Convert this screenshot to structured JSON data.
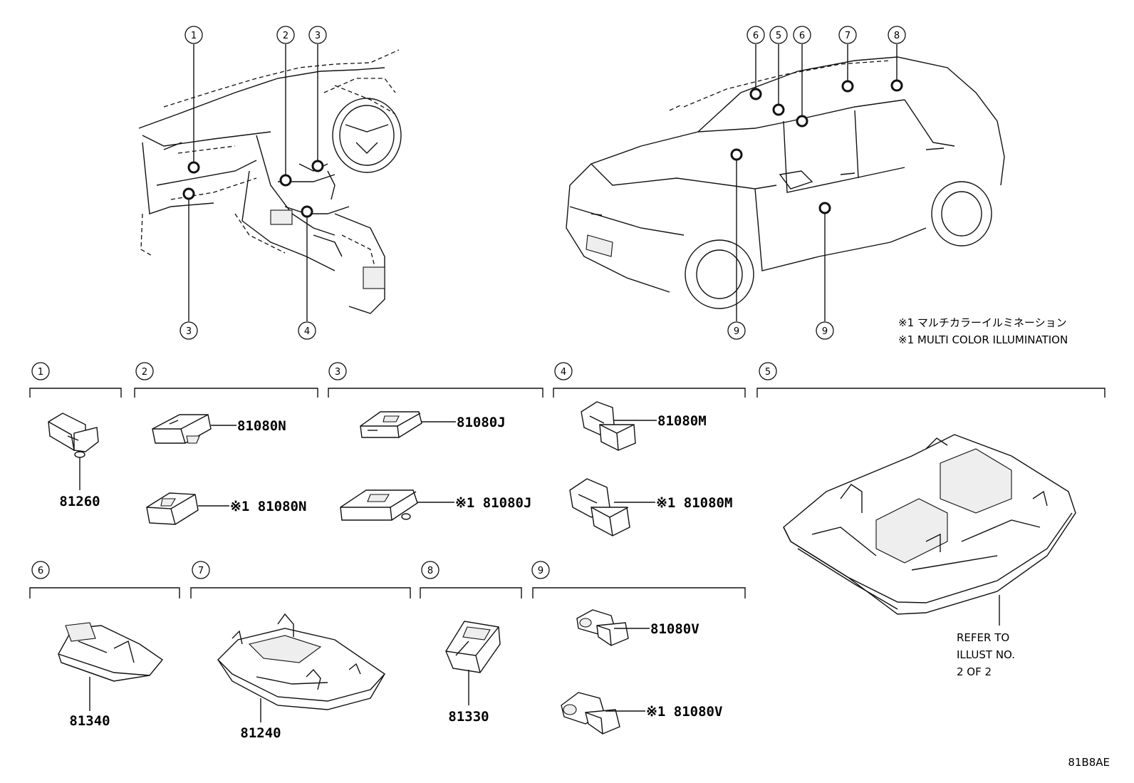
{
  "callouts": {
    "interior": [
      "1",
      "2",
      "3",
      "3",
      "4"
    ],
    "exterior": [
      "6",
      "5",
      "6",
      "7",
      "8",
      "9",
      "9"
    ]
  },
  "section_headers": [
    "1",
    "2",
    "3",
    "4",
    "5",
    "6",
    "7",
    "8",
    "9"
  ],
  "parts": {
    "s1": [
      "81260"
    ],
    "s2": [
      "81080N",
      "※1 81080N"
    ],
    "s3": [
      "81080J",
      "※1 81080J"
    ],
    "s4": [
      "81080M",
      "※1 81080M"
    ],
    "s6": [
      "81340"
    ],
    "s7": [
      "81240"
    ],
    "s8": [
      "81330"
    ],
    "s9": [
      "81080V",
      "※1 81080V"
    ]
  },
  "footnote": {
    "jp": "※1 マルチカラーイルミネーション",
    "en": "※1 MULTI COLOR ILLUMINATION"
  },
  "refer": [
    "REFER TO",
    "ILLUST NO.",
    "2 OF 2"
  ],
  "diagram_code": "81B8AE"
}
